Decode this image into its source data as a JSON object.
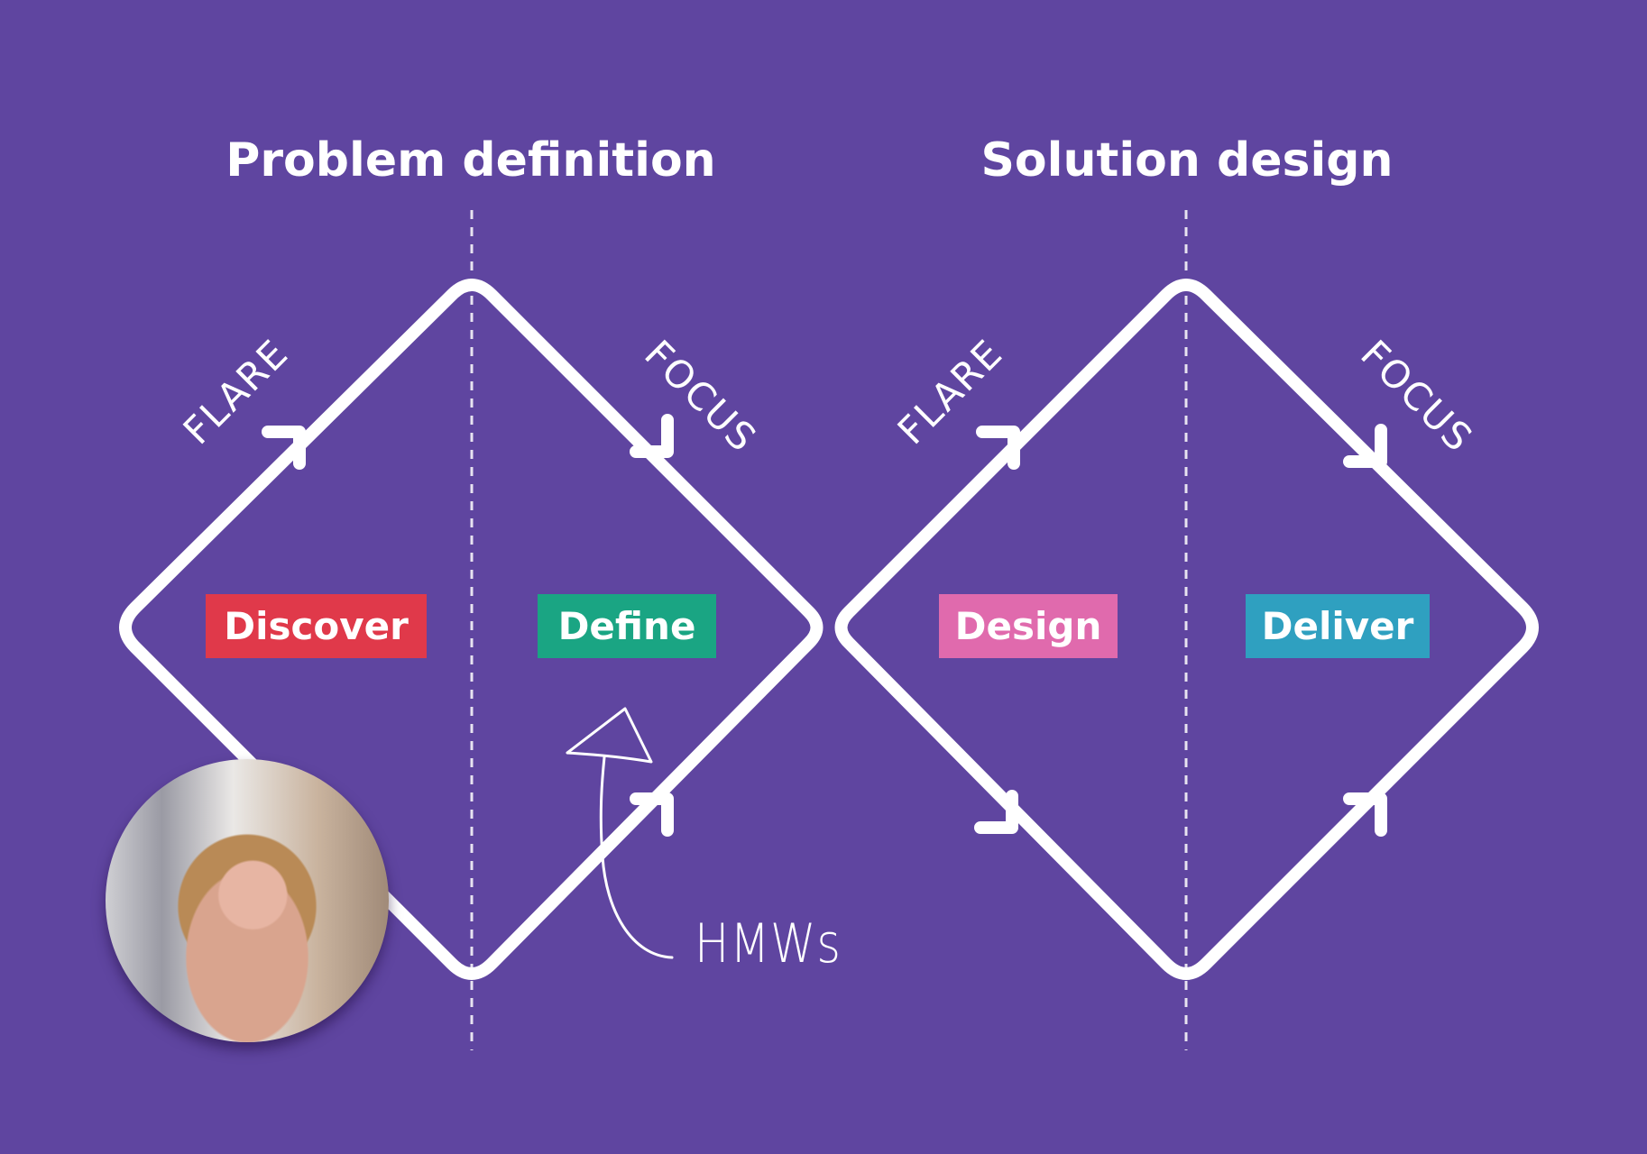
{
  "sections": [
    {
      "title": "Problem definition",
      "flare_label": "FLARE",
      "focus_label": "FOCUS"
    },
    {
      "title": "Solution design",
      "flare_label": "FLARE",
      "focus_label": "FOCUS"
    }
  ],
  "phases": [
    {
      "label": "Discover",
      "color": "#e0394a"
    },
    {
      "label": "Define",
      "color": "#1aa583"
    },
    {
      "label": "Design",
      "color": "#e06aad"
    },
    {
      "label": "Deliver",
      "color": "#2fa0c0"
    }
  ],
  "annotation": {
    "text": "HMWs"
  },
  "colors": {
    "background": "#5f45a0",
    "line": "#ffffff"
  },
  "presenter": {
    "icon": "presenter-video-avatar"
  }
}
